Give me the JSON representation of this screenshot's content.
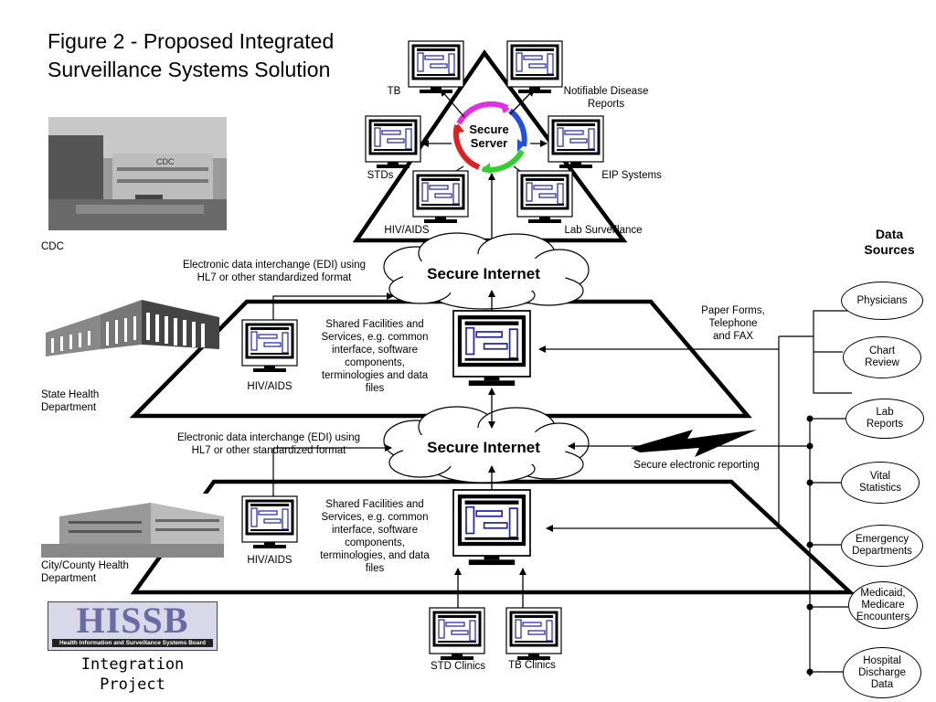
{
  "title": "Figure 2 - Proposed Integrated\nSurveillance Systems Solution",
  "cdc": {
    "label": "CDC",
    "sign_text": "CDC"
  },
  "server": {
    "label": "Secure\nServer"
  },
  "cdc_systems": {
    "tb": "TB",
    "notifiable": "Notifiable Disease\nReports",
    "stds": "STDs",
    "eip": "EIP Systems",
    "hiv": "HIV/AIDS",
    "lab": "Lab Surveillance"
  },
  "internet": {
    "upper": "Secure Internet",
    "lower": "Secure Internet",
    "edi_upper": "Electronic data interchange (EDI) using\nHL7 or other standardized format",
    "edi_lower": "Electronic data interchange (EDI) using\nHL7 or other standardized format"
  },
  "state": {
    "label": "State Health\nDepartment",
    "hiv": "HIV/AIDS",
    "shared": "Shared Facilities and\nServices, e.g. common\ninterface, software\ncomponents,\nterminologies and data\nfiles"
  },
  "county": {
    "label": "City/County Health\nDepartment",
    "hiv": "HIV/AIDS",
    "shared": "Shared Facilities and\nServices, e.g. common\ninterface, software\ncomponents,\nterminologies, and data\nfiles"
  },
  "clinics": {
    "std": "STD Clinics",
    "tb": "TB Clinics"
  },
  "paper_forms": "Paper Forms,\nTelephone\nand FAX",
  "secure_reporting": "Secure electronic reporting",
  "data_sources": {
    "title": "Data\nSources",
    "items": [
      "Physicians",
      "Chart\nReview",
      "Lab\nReports",
      "Vital\nStatistics",
      "Emergency\nDepartments",
      "Medicaid,\nMedicare\nEncounters",
      "Hospital\nDischarge\nData"
    ]
  },
  "logo": {
    "main": "HISSB",
    "sub": "Health Information and Surveillance Systems Board",
    "caption": "Integration\nProject"
  }
}
